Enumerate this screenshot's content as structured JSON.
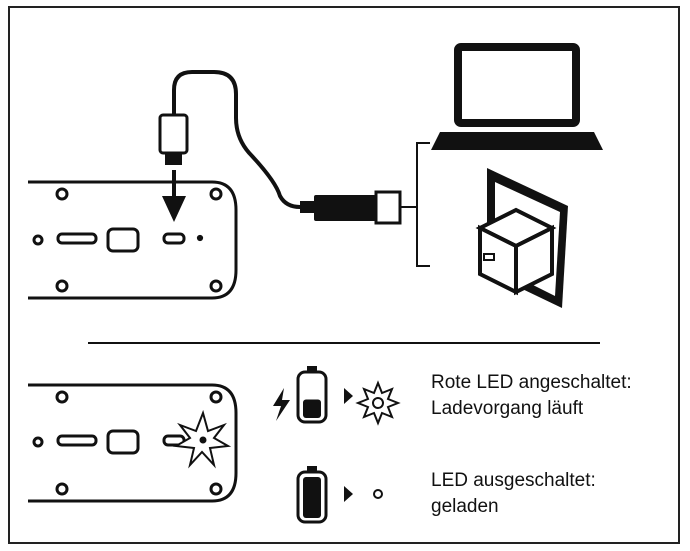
{
  "status_legend": [
    {
      "id": "charging",
      "line1": "Rote LED angeschaltet:",
      "line2": "Ladevorgang läuft",
      "battery_fill": 0.45,
      "led_state": "on"
    },
    {
      "id": "charged",
      "line1": "LED ausgeschaltet:",
      "line2": "geladen",
      "battery_fill": 1.0,
      "led_state": "off"
    }
  ],
  "icons": [
    "lightning-icon",
    "battery-icon",
    "arrow-right-icon",
    "led-light-icon",
    "laptop-icon",
    "wall-charger-icon",
    "usb-cable-icon"
  ],
  "colors": {
    "ink": "#111111",
    "background": "#ffffff"
  }
}
